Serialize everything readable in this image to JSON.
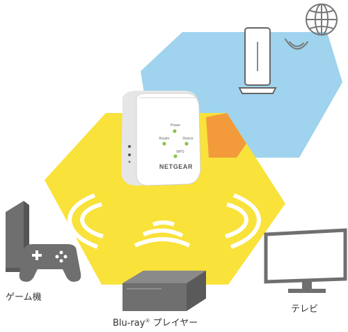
{
  "device": {
    "brand": "NETGEAR",
    "leds": [
      "Power",
      "Router",
      "Device",
      "WPS"
    ]
  },
  "labels": {
    "game": "ゲーム機",
    "bluray_main": "Blu-ray",
    "bluray_mark": "®",
    "bluray_rest": " プレイヤー",
    "tv": "テレビ"
  },
  "colors": {
    "coverage_main": "#f9e23a",
    "coverage_router": "#9fd3ee",
    "overlap": "#f39a3b",
    "led": "#8bc34a",
    "device_gray": "#7a7a7a"
  },
  "icons": [
    "globe-icon",
    "router-icon",
    "wifi-extender-icon",
    "game-console-icon",
    "gamepad-icon",
    "bluray-player-icon",
    "tv-icon",
    "wifi-signal-icon"
  ]
}
